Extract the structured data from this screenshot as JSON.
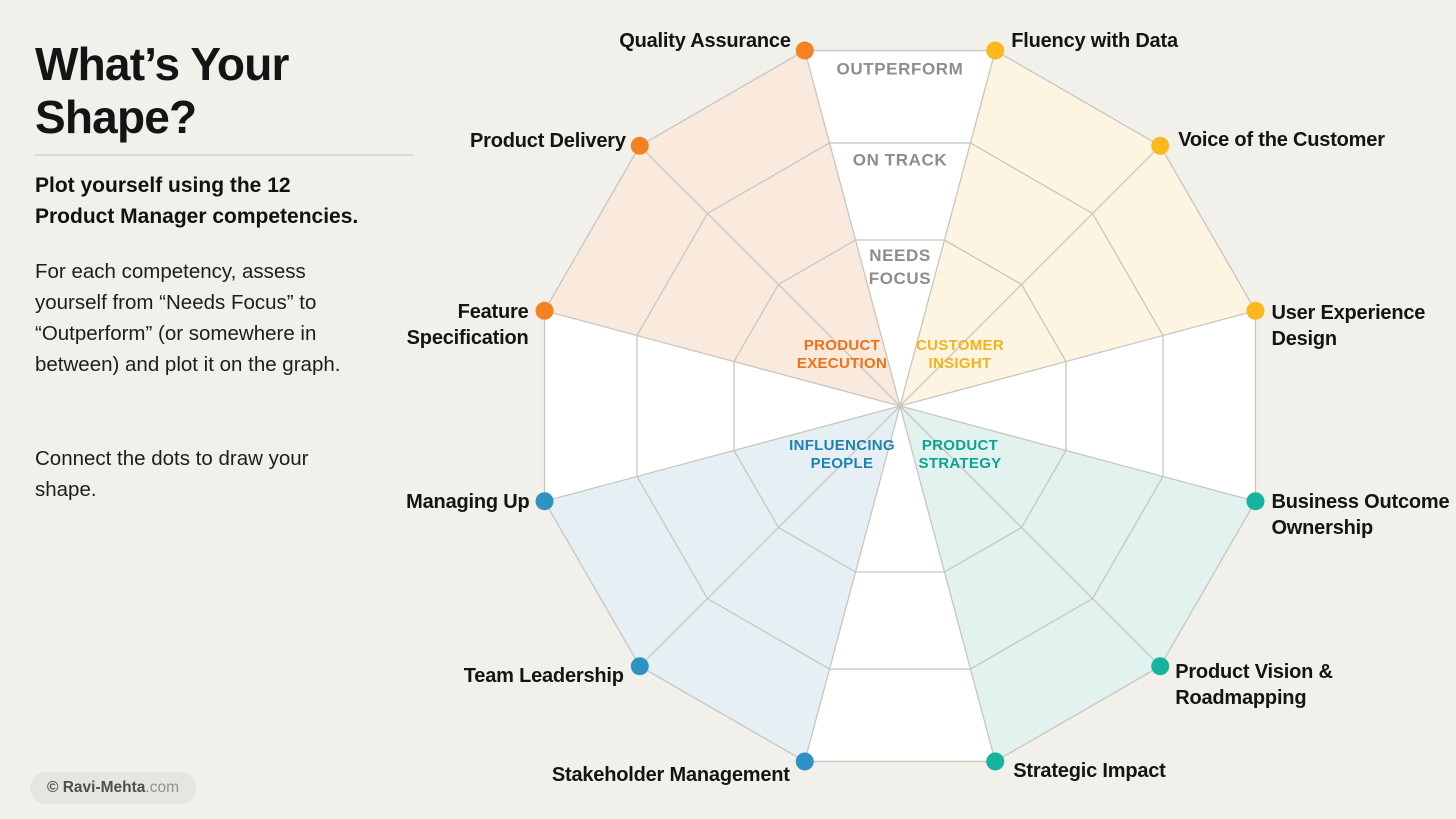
{
  "panel": {
    "title": "What’s Your\nShape?",
    "lead": "Plot yourself using the 12 Product Manager competencies.",
    "para2": "For each competency, assess yourself from “Needs Focus” to “Outperform” (or somewhere in between) and plot it on the graph.",
    "para3": "Connect the dots to draw your shape.",
    "footer": {
      "brand": "© Ravi-Mehta",
      "suffix": ".com"
    }
  },
  "chart": {
    "type": "radar-template",
    "axes_count": 12,
    "background_color": "#f1f0eb",
    "polygon_fill": "#ffffff",
    "grid_color": "#c8c6c0",
    "ring_label_color": "#8e8d89",
    "rings": [
      {
        "label": "NEEDS\nFOCUS",
        "fraction": 0.467
      },
      {
        "label": "ON TRACK",
        "fraction": 0.74
      },
      {
        "label": "OUTPERFORM",
        "fraction": 1.0
      }
    ],
    "quadrants": [
      {
        "label": "PRODUCT\nEXECUTION",
        "text_color": "#ee7117",
        "fill": "#faeadd",
        "start_angle": 285,
        "end_angle": 345
      },
      {
        "label": "CUSTOMER\nINSIGHT",
        "text_color": "#f2b21d",
        "fill": "#fdf5e2",
        "start_angle": 15,
        "end_angle": 75
      },
      {
        "label": "INFLUENCING\nPEOPLE",
        "text_color": "#1e81b0",
        "fill": "#e6f0f4",
        "start_angle": 195,
        "end_angle": 255
      },
      {
        "label": "PRODUCT\nSTRATEGY",
        "text_color": "#0ca392",
        "fill": "#e2f2ef",
        "start_angle": 105,
        "end_angle": 165
      }
    ],
    "competencies": [
      {
        "label": "Fluency with Data",
        "angle": 15,
        "dot_color": "#fbb91d",
        "quadrant": "CUSTOMER INSIGHT"
      },
      {
        "label": "Voice of the Customer",
        "angle": 45,
        "dot_color": "#fbb91d",
        "quadrant": "CUSTOMER INSIGHT"
      },
      {
        "label": "User Experience\nDesign",
        "angle": 75,
        "dot_color": "#fbb91d",
        "quadrant": "CUSTOMER INSIGHT"
      },
      {
        "label": "Business Outcome\nOwnership",
        "angle": 105,
        "dot_color": "#17b3a1",
        "quadrant": "PRODUCT STRATEGY"
      },
      {
        "label": "Product Vision &\nRoadmapping",
        "angle": 135,
        "dot_color": "#17b3a1",
        "quadrant": "PRODUCT STRATEGY"
      },
      {
        "label": "Strategic Impact",
        "angle": 165,
        "dot_color": "#17b3a1",
        "quadrant": "PRODUCT STRATEGY"
      },
      {
        "label": "Stakeholder Management",
        "angle": 195,
        "dot_color": "#2e93c4",
        "quadrant": "INFLUENCING PEOPLE"
      },
      {
        "label": "Team Leadership",
        "angle": 225,
        "dot_color": "#2e93c4",
        "quadrant": "INFLUENCING PEOPLE"
      },
      {
        "label": "Managing Up",
        "angle": 255,
        "dot_color": "#2e93c4",
        "quadrant": "INFLUENCING PEOPLE"
      },
      {
        "label": "Feature\nSpecification",
        "angle": 285,
        "dot_color": "#f58220",
        "quadrant": "PRODUCT EXECUTION"
      },
      {
        "label": "Product Delivery",
        "angle": 315,
        "dot_color": "#f58220",
        "quadrant": "PRODUCT EXECUTION"
      },
      {
        "label": "Quality Assurance",
        "angle": 345,
        "dot_color": "#f58220",
        "quadrant": "PRODUCT EXECUTION"
      }
    ]
  }
}
